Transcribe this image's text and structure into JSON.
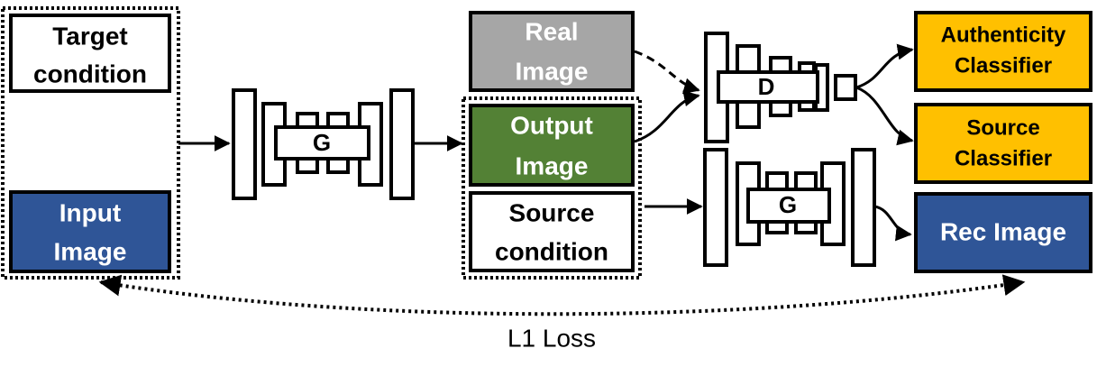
{
  "boxes": {
    "target_condition": {
      "line1": "Target",
      "line2": "condition",
      "fill": "#ffffff",
      "text_color": "#000000"
    },
    "input_image": {
      "line1": "Input",
      "line2": "Image",
      "fill": "#2f5597",
      "text_color": "#ffffff"
    },
    "real_image": {
      "line1": "Real",
      "line2": "Image",
      "fill": "#a6a6a6",
      "text_color": "#ffffff"
    },
    "output_image": {
      "line1": "Output",
      "line2": "Image",
      "fill": "#538135",
      "text_color": "#ffffff"
    },
    "source_condition": {
      "line1": "Source",
      "line2": "condition",
      "fill": "#ffffff",
      "text_color": "#000000"
    },
    "authenticity_classifier": {
      "line1": "Authenticity",
      "line2": "Classifier",
      "fill": "#ffc000",
      "text_color": "#000000"
    },
    "source_classifier": {
      "line1": "Source",
      "line2": "Classifier",
      "fill": "#ffc000",
      "text_color": "#000000"
    },
    "rec_image": {
      "line1": "Rec Image",
      "fill": "#2f5597",
      "text_color": "#ffffff"
    }
  },
  "networks": {
    "generator_1": {
      "label": "G"
    },
    "discriminator": {
      "label": "D"
    },
    "generator_2": {
      "label": "G"
    }
  },
  "loss": {
    "label": "L1 Loss"
  }
}
